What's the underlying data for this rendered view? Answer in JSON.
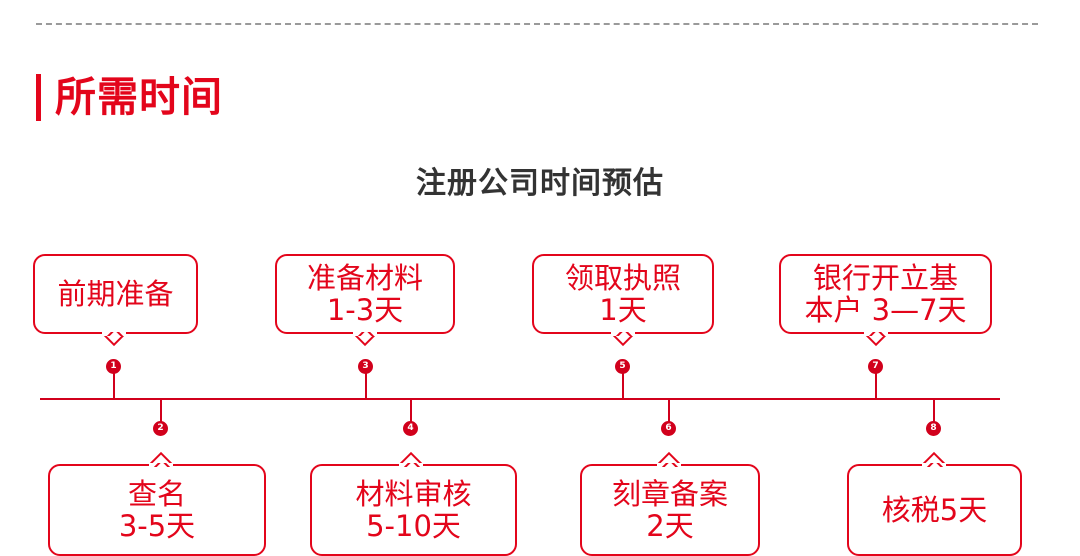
{
  "theme": {
    "red": "#e3051b",
    "timeline_red": "#d1001c",
    "title_gray": "#333333",
    "divider_gray": "#9a9a9a",
    "background": "#ffffff"
  },
  "section": {
    "heading": "所需时间"
  },
  "chart_data": {
    "type": "table",
    "title": "注册公司时间预估",
    "xlabel": "",
    "ylabel": "",
    "grid": false,
    "legend": "none",
    "categories": [
      "前期准备",
      "查名",
      "准备材料",
      "材料审核",
      "领取执照",
      "刻章备案",
      "银行开立基本户",
      "核税"
    ],
    "values": [
      "",
      "3-5天",
      "1-3天",
      "5-10天",
      "1天",
      "2天",
      "3—7天",
      "5天"
    ],
    "steps": [
      {
        "number": "1",
        "position": "top",
        "line1": "前期准备",
        "line2": ""
      },
      {
        "number": "2",
        "position": "bottom",
        "line1": "查名",
        "line2": "3-5天"
      },
      {
        "number": "3",
        "position": "top",
        "line1": "准备材料",
        "line2": "1-3天"
      },
      {
        "number": "4",
        "position": "bottom",
        "line1": "材料审核",
        "line2": "5-10天"
      },
      {
        "number": "5",
        "position": "top",
        "line1": "领取执照",
        "line2": "1天"
      },
      {
        "number": "6",
        "position": "bottom",
        "line1": "刻章备案",
        "line2": "2天"
      },
      {
        "number": "7",
        "position": "top",
        "line1": "银行开立基",
        "line2": "本户 3—7天"
      },
      {
        "number": "8",
        "position": "bottom",
        "line1": "核税5天",
        "line2": ""
      }
    ]
  }
}
